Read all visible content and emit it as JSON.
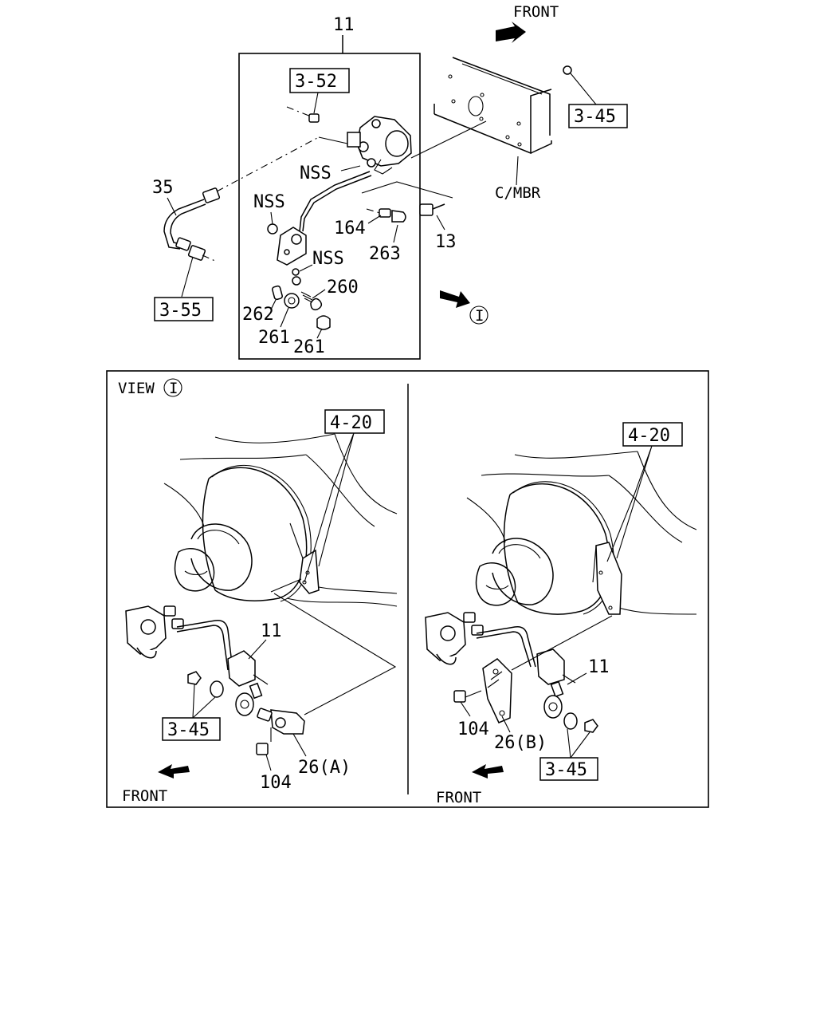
{
  "labels": {
    "top_front": "FRONT",
    "assembly_11": "11",
    "ref_3_52": "3-52",
    "ref_3_45_top": "3-45",
    "c_mbr": "C/MBR",
    "nss_1": "NSS",
    "nss_2": "NSS",
    "nss_3": "NSS",
    "part_35": "35",
    "part_164": "164",
    "part_263": "263",
    "part_13": "13",
    "part_260": "260",
    "part_262": "262",
    "part_261_a": "261",
    "part_261_b": "261",
    "ref_3_55": "3-55",
    "view_marker": "I",
    "view_label": "VIEW",
    "view_marker_small": "I",
    "left": {
      "ref_4_20": "4-20",
      "part_11": "11",
      "ref_3_45": "3-45",
      "part_104": "104",
      "part_26": "26(A)",
      "front": "FRONT"
    },
    "right": {
      "ref_4_20": "4-20",
      "part_11": "11",
      "part_104": "104",
      "part_26": "26(B)",
      "ref_3_45": "3-45",
      "front": "FRONT"
    }
  }
}
